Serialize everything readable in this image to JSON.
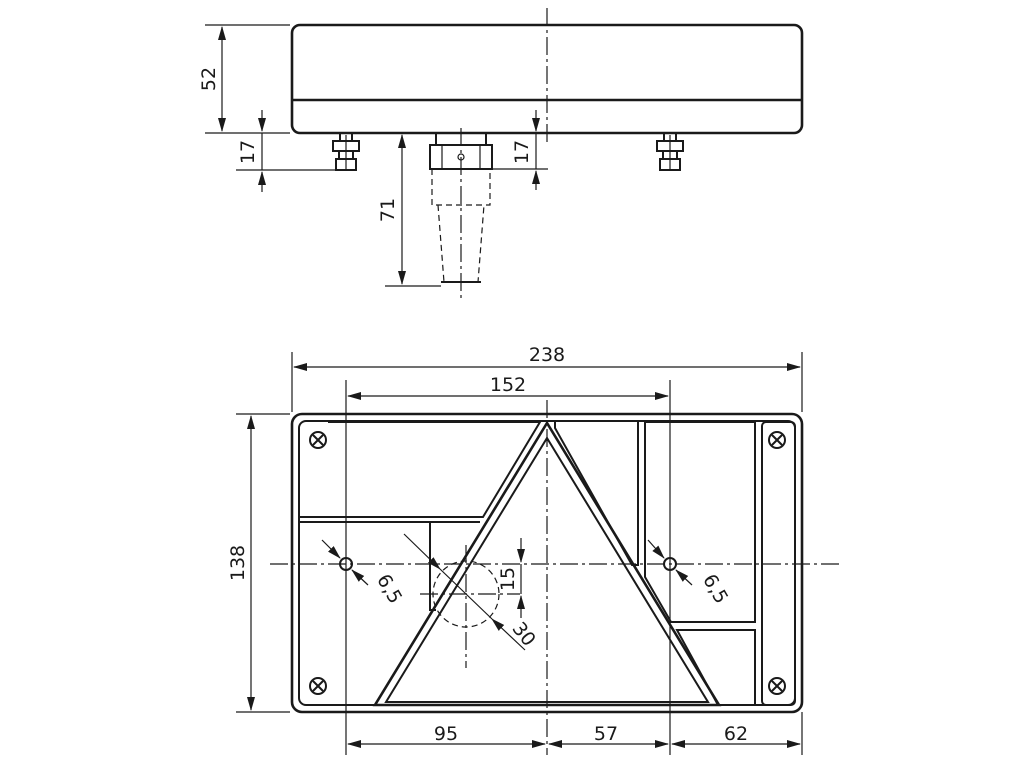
{
  "dimensions": {
    "height_52": "52",
    "stud_17_left": "17",
    "plug_17_right": "17",
    "plug_71": "71",
    "width_238": "238",
    "hole_spacing_152": "152",
    "height_138": "138",
    "hole_dia_left": "6,5",
    "hole_dia_right": "6,5",
    "offset_15": "15",
    "socket_dia_30": "30",
    "left_95": "95",
    "mid_57": "57",
    "right_62": "62"
  },
  "colors": {
    "line": "#1a1a1a",
    "background": "#ffffff"
  }
}
